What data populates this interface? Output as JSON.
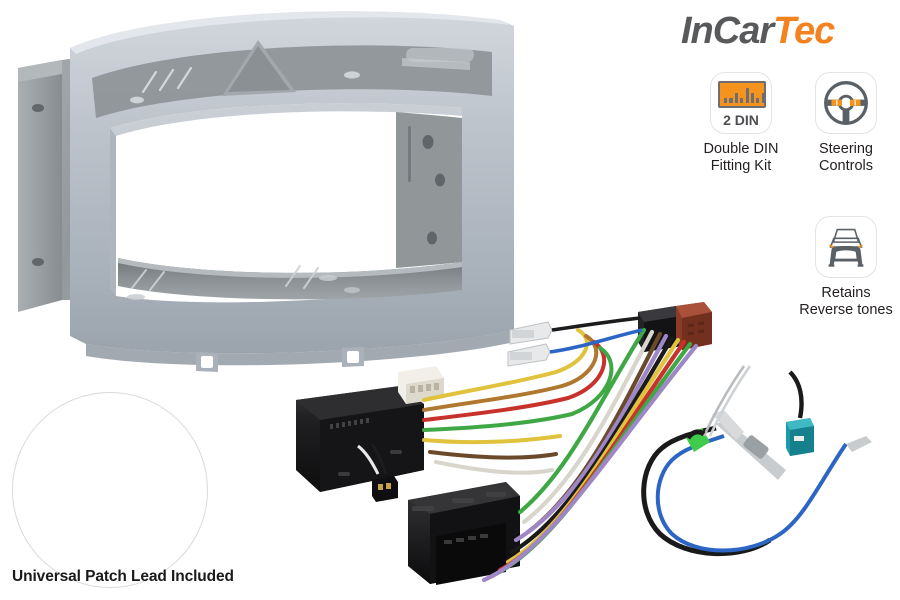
{
  "brand": {
    "name_part_a": "InCar",
    "name_part_b": "Tec",
    "color_dark": "#58595b",
    "color_accent": "#f58220"
  },
  "features": [
    {
      "id": "double-din-fitting-kit",
      "icon": "double-din-radio-icon",
      "badge_text": "2 DIN",
      "label": "Double DIN\nFitting Kit"
    },
    {
      "id": "steering-controls",
      "icon": "steering-wheel-icon",
      "badge_text": "",
      "label": "Steering\nControls"
    },
    {
      "id": "retains-reverse-tones",
      "icon": "car-rear-parking-sensor-icon",
      "badge_text": "",
      "label": "Retains\nReverse tones"
    }
  ],
  "inset": {
    "caption": "Universal Patch Lead Included"
  },
  "product_photo": {
    "components": [
      "double-din-fascia-panel",
      "metal-support-cage",
      "steering-control-interface-box",
      "quadlock-connector",
      "iso-speaker-connector",
      "iso-power-connector",
      "patch-lead",
      "antenna-adapter-fakra"
    ],
    "colors": {
      "fascia_silver": "#b6bcc4",
      "fascia_shadow": "#8f97a1",
      "metal_cage": "#9aa0a4",
      "connector_black": "#1b1b1d",
      "connector_brown": "#8d3a28",
      "fakra_teal": "#1d9aa8"
    }
  }
}
